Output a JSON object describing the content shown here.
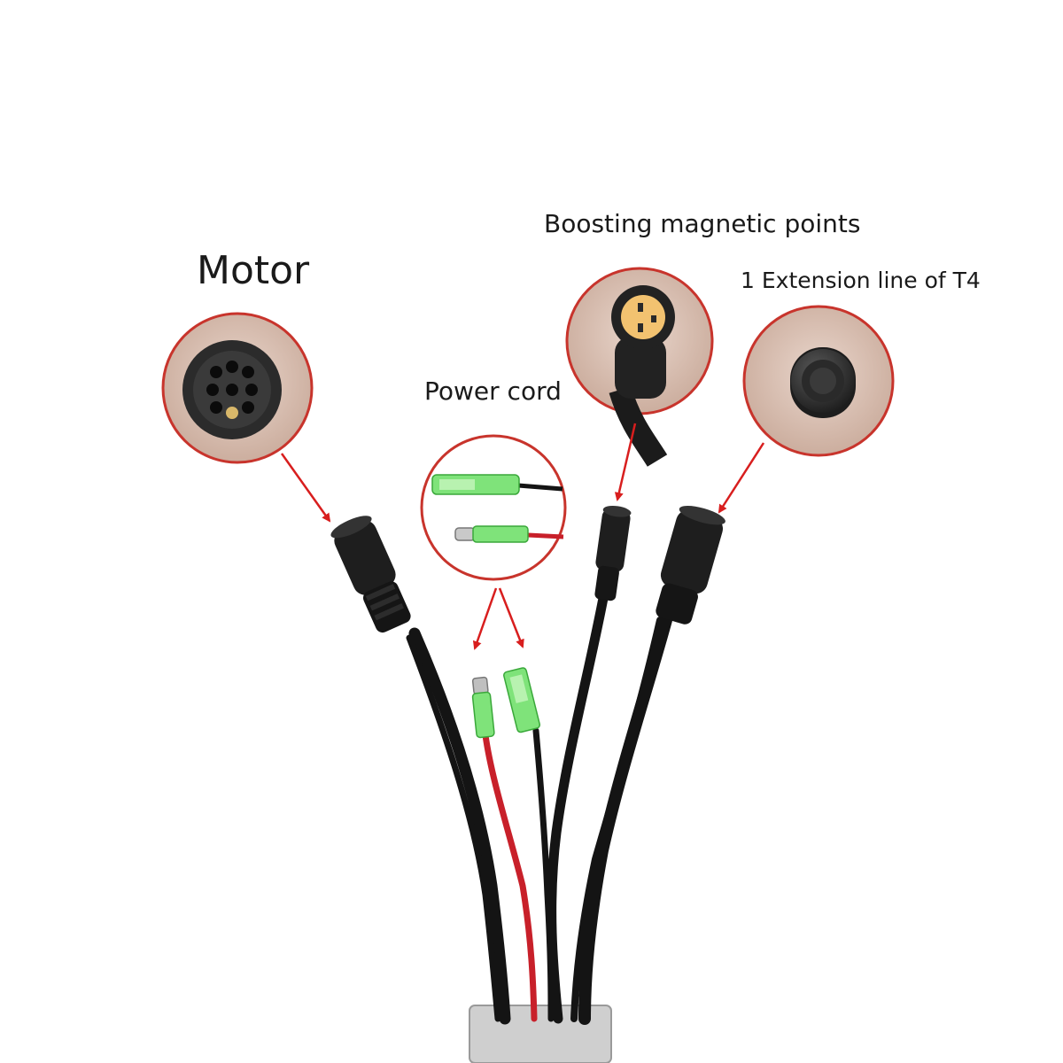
{
  "labels": {
    "motor": "Motor",
    "boosting": "Boosting magnetic points",
    "extension": "1 Extension line of T4",
    "power": "Power cord"
  },
  "colors": {
    "callout_ring": "#c8342c",
    "arrow": "#d81e1e",
    "cable": "#141414",
    "red_wire": "#c8202a",
    "terminal_green": "#7fe37a",
    "connector_yellow": "#f2c270"
  }
}
